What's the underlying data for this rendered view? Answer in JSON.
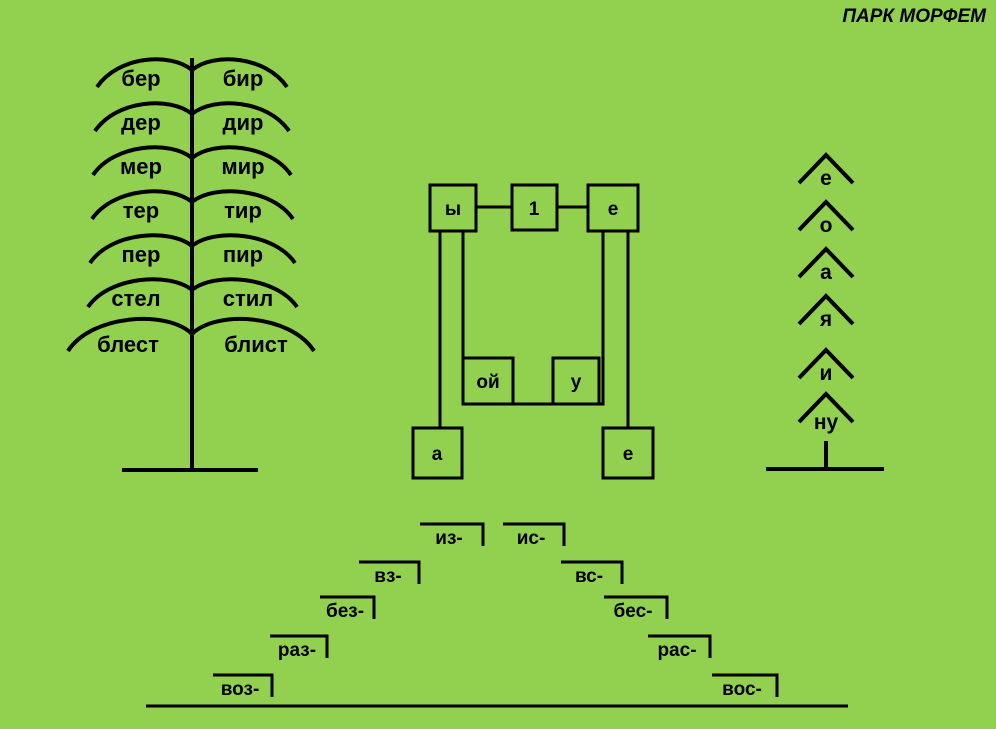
{
  "title": "ПАРК МОРФЕМ",
  "colors": {
    "background": "#92d050",
    "ink": "#000000"
  },
  "tree": {
    "left": [
      "бер",
      "дер",
      "мер",
      "тер",
      "пер",
      "стел",
      "блест"
    ],
    "right": [
      "бир",
      "дир",
      "мир",
      "тир",
      "пир",
      "стил",
      "блист"
    ]
  },
  "swing": {
    "top": [
      "ы",
      "1",
      "е"
    ],
    "seat": [
      "ой",
      "у"
    ],
    "bottom": [
      "а",
      "е"
    ]
  },
  "fir": [
    "е",
    "о",
    "а",
    "я",
    "и",
    "ну"
  ],
  "stairs": {
    "left": [
      "воз-",
      "раз-",
      "без-",
      "вз-",
      "из-"
    ],
    "right": [
      "ис-",
      "вс-",
      "бес-",
      "рас-",
      "вос-"
    ]
  }
}
